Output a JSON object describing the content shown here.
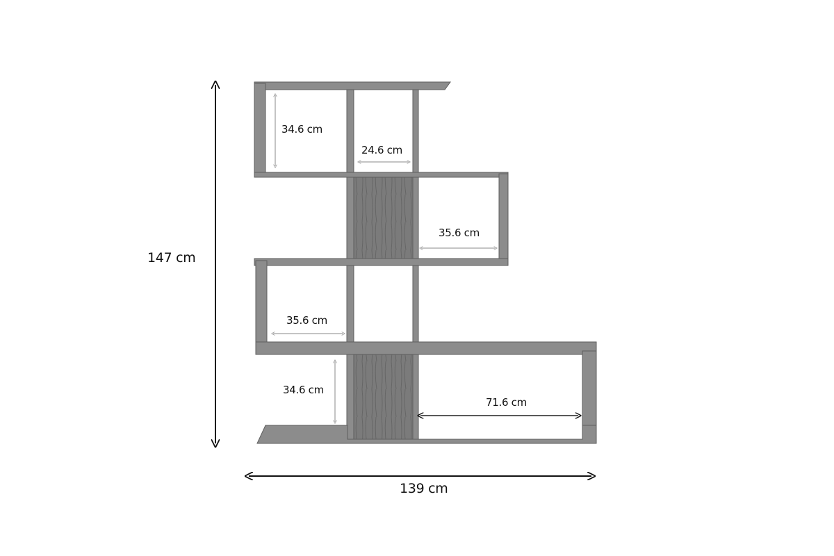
{
  "dimensions": {
    "overall_height": "147 cm",
    "overall_width": "139 cm",
    "top_left_cube_height": "34.6 cm",
    "top_middle_cube_width": "24.6 cm",
    "second_right_cube_width": "35.6 cm",
    "third_left_cube_width": "35.6 cm",
    "bottom_left_height": "34.6 cm",
    "bottom_right_width": "71.6 cm"
  },
  "colors": {
    "board": "#8c8c8c",
    "edge": "#5e5e5e",
    "wood": "#7b7b7b",
    "arrow": "#111111",
    "inner_arrow": "#777777"
  }
}
